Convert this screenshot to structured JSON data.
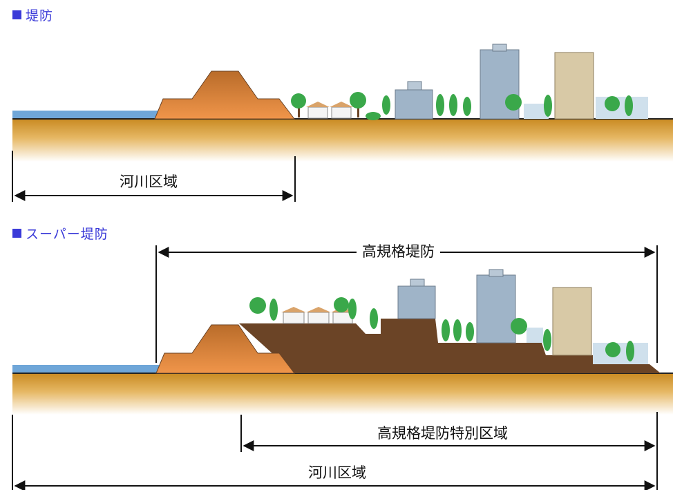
{
  "sections": {
    "standard": {
      "title": "堤防",
      "river_area_label": "河川区域"
    },
    "super": {
      "title": "スーパー堤防",
      "high_standard_label": "高規格堤防",
      "special_area_label": "高規格堤防特別区域",
      "river_area_label": "河川区域"
    }
  },
  "colors": {
    "heading": "#3a3ad8",
    "water": "#6fa6d8",
    "levee": "#e88a3c",
    "fill_soil": "#6b4426",
    "ground_top": "#c98a22",
    "tree": "#3aa84a",
    "building": "#9fb4c8"
  }
}
